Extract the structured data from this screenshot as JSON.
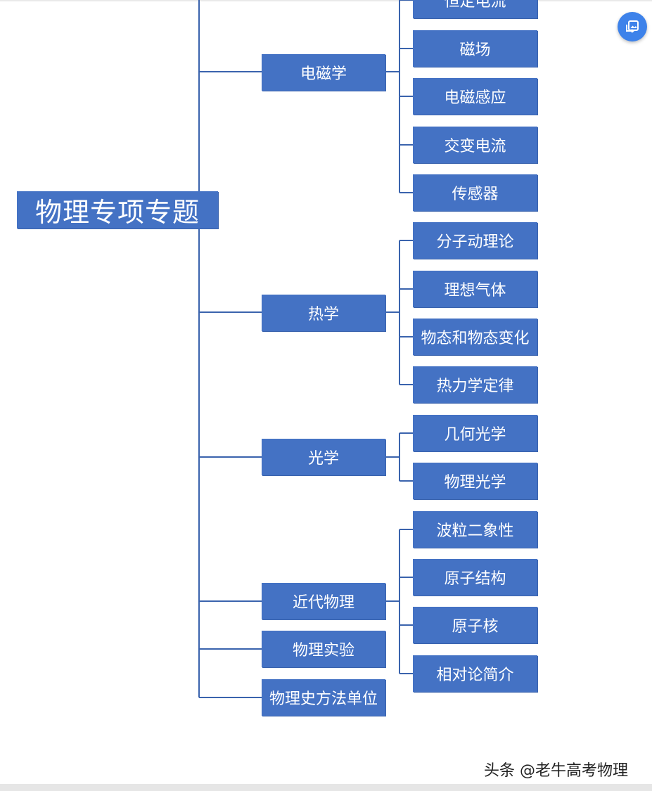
{
  "root": {
    "label": "物理专项专题"
  },
  "categories": [
    {
      "label": "电磁学",
      "children": [
        "恒定电流",
        "磁场",
        "电磁感应",
        "交变电流",
        "传感器"
      ]
    },
    {
      "label": "热学",
      "children": [
        "分子动理论",
        "理想气体",
        "物态和物态变化",
        "热力学定律"
      ]
    },
    {
      "label": "光学",
      "children": [
        "几何光学",
        "物理光学"
      ]
    },
    {
      "label": "近代物理",
      "children": [
        "波粒二象性",
        "原子结构",
        "原子核",
        "相对论简介"
      ]
    },
    {
      "label": "物理实验",
      "children": []
    },
    {
      "label": "物理史方法单位",
      "children": []
    }
  ],
  "watermark": "头条 @老牛高考物理",
  "colors": {
    "node": "#4472c4",
    "line": "#3a63ad",
    "button": "#3d82ea"
  },
  "icons": {
    "floating_button": "image-translate-icon"
  }
}
